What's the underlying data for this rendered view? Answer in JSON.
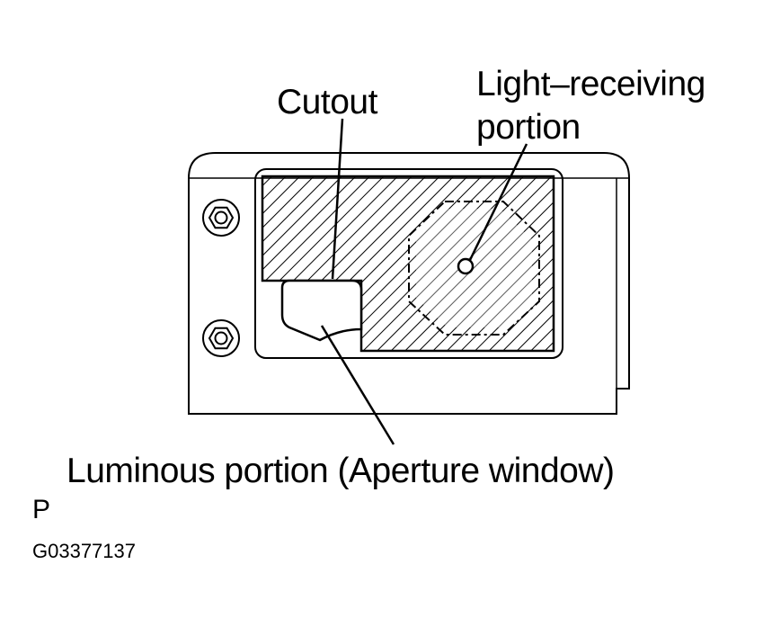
{
  "labels": {
    "cutout": "Cutout",
    "light_receiving_line1": "Light–receiving",
    "light_receiving_line2": "portion",
    "luminous": "Luminous portion (Aperture window)",
    "view_letter": "P",
    "figure_id": "G03377137"
  },
  "colors": {
    "ink": "#000000",
    "paper": "#ffffff"
  },
  "icons": [
    "hex-bolt-icon",
    "hex-bolt-icon"
  ]
}
